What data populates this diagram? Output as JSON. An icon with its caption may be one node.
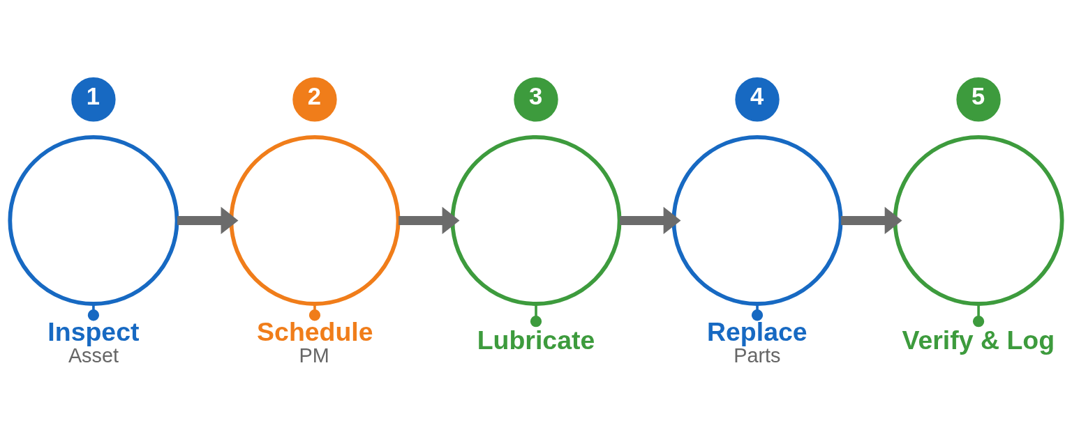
{
  "diagram": {
    "nodes": [
      {
        "text": [
          "1"
        ]
      },
      {
        "text": [],
        "shape": "circle"
      },
      {
        "text": [
          "Inspect",
          "Asset"
        ]
      },
      {
        "text": [
          "2"
        ]
      },
      {
        "text": [],
        "shape": "circle"
      },
      {
        "text": [
          "Schedule",
          "PM"
        ]
      },
      {
        "text": [
          "3"
        ]
      },
      {
        "text": [],
        "shape": "circle"
      },
      {
        "text": [
          "Lubricate"
        ]
      },
      {
        "text": [
          "4"
        ]
      },
      {
        "text": [],
        "shape": "circle"
      },
      {
        "text": [
          "Replace",
          "Parts"
        ]
      },
      {
        "text": [
          "5"
        ]
      },
      {
        "text": [],
        "shape": "circle"
      },
      {
        "text": [
          "Verify & Log"
        ]
      }
    ],
    "edges": [
      {
        "from": 1,
        "to": 4,
        "arrow": "to",
        "style": "thick"
      },
      {
        "from": 4,
        "to": 7,
        "arrow": "to",
        "style": "thick"
      },
      {
        "from": 7,
        "to": 10,
        "arrow": "to",
        "style": "thick"
      },
      {
        "from": 10,
        "to": 13,
        "arrow": "to",
        "style": "thick"
      },
      {
        "from": 1,
        "to": 2,
        "arrow": "other",
        "color": "#1769c2"
      },
      {
        "from": 4,
        "to": 5,
        "arrow": "other",
        "color": "#f07d1a"
      },
      {
        "from": 7,
        "to": 8,
        "arrow": "other",
        "color": "#3d9b3d"
      },
      {
        "from": 10,
        "to": 11,
        "arrow": "other",
        "color": "#1769c2"
      },
      {
        "from": 13,
        "to": 14,
        "arrow": "other",
        "color": "#3d9b3d"
      }
    ]
  }
}
